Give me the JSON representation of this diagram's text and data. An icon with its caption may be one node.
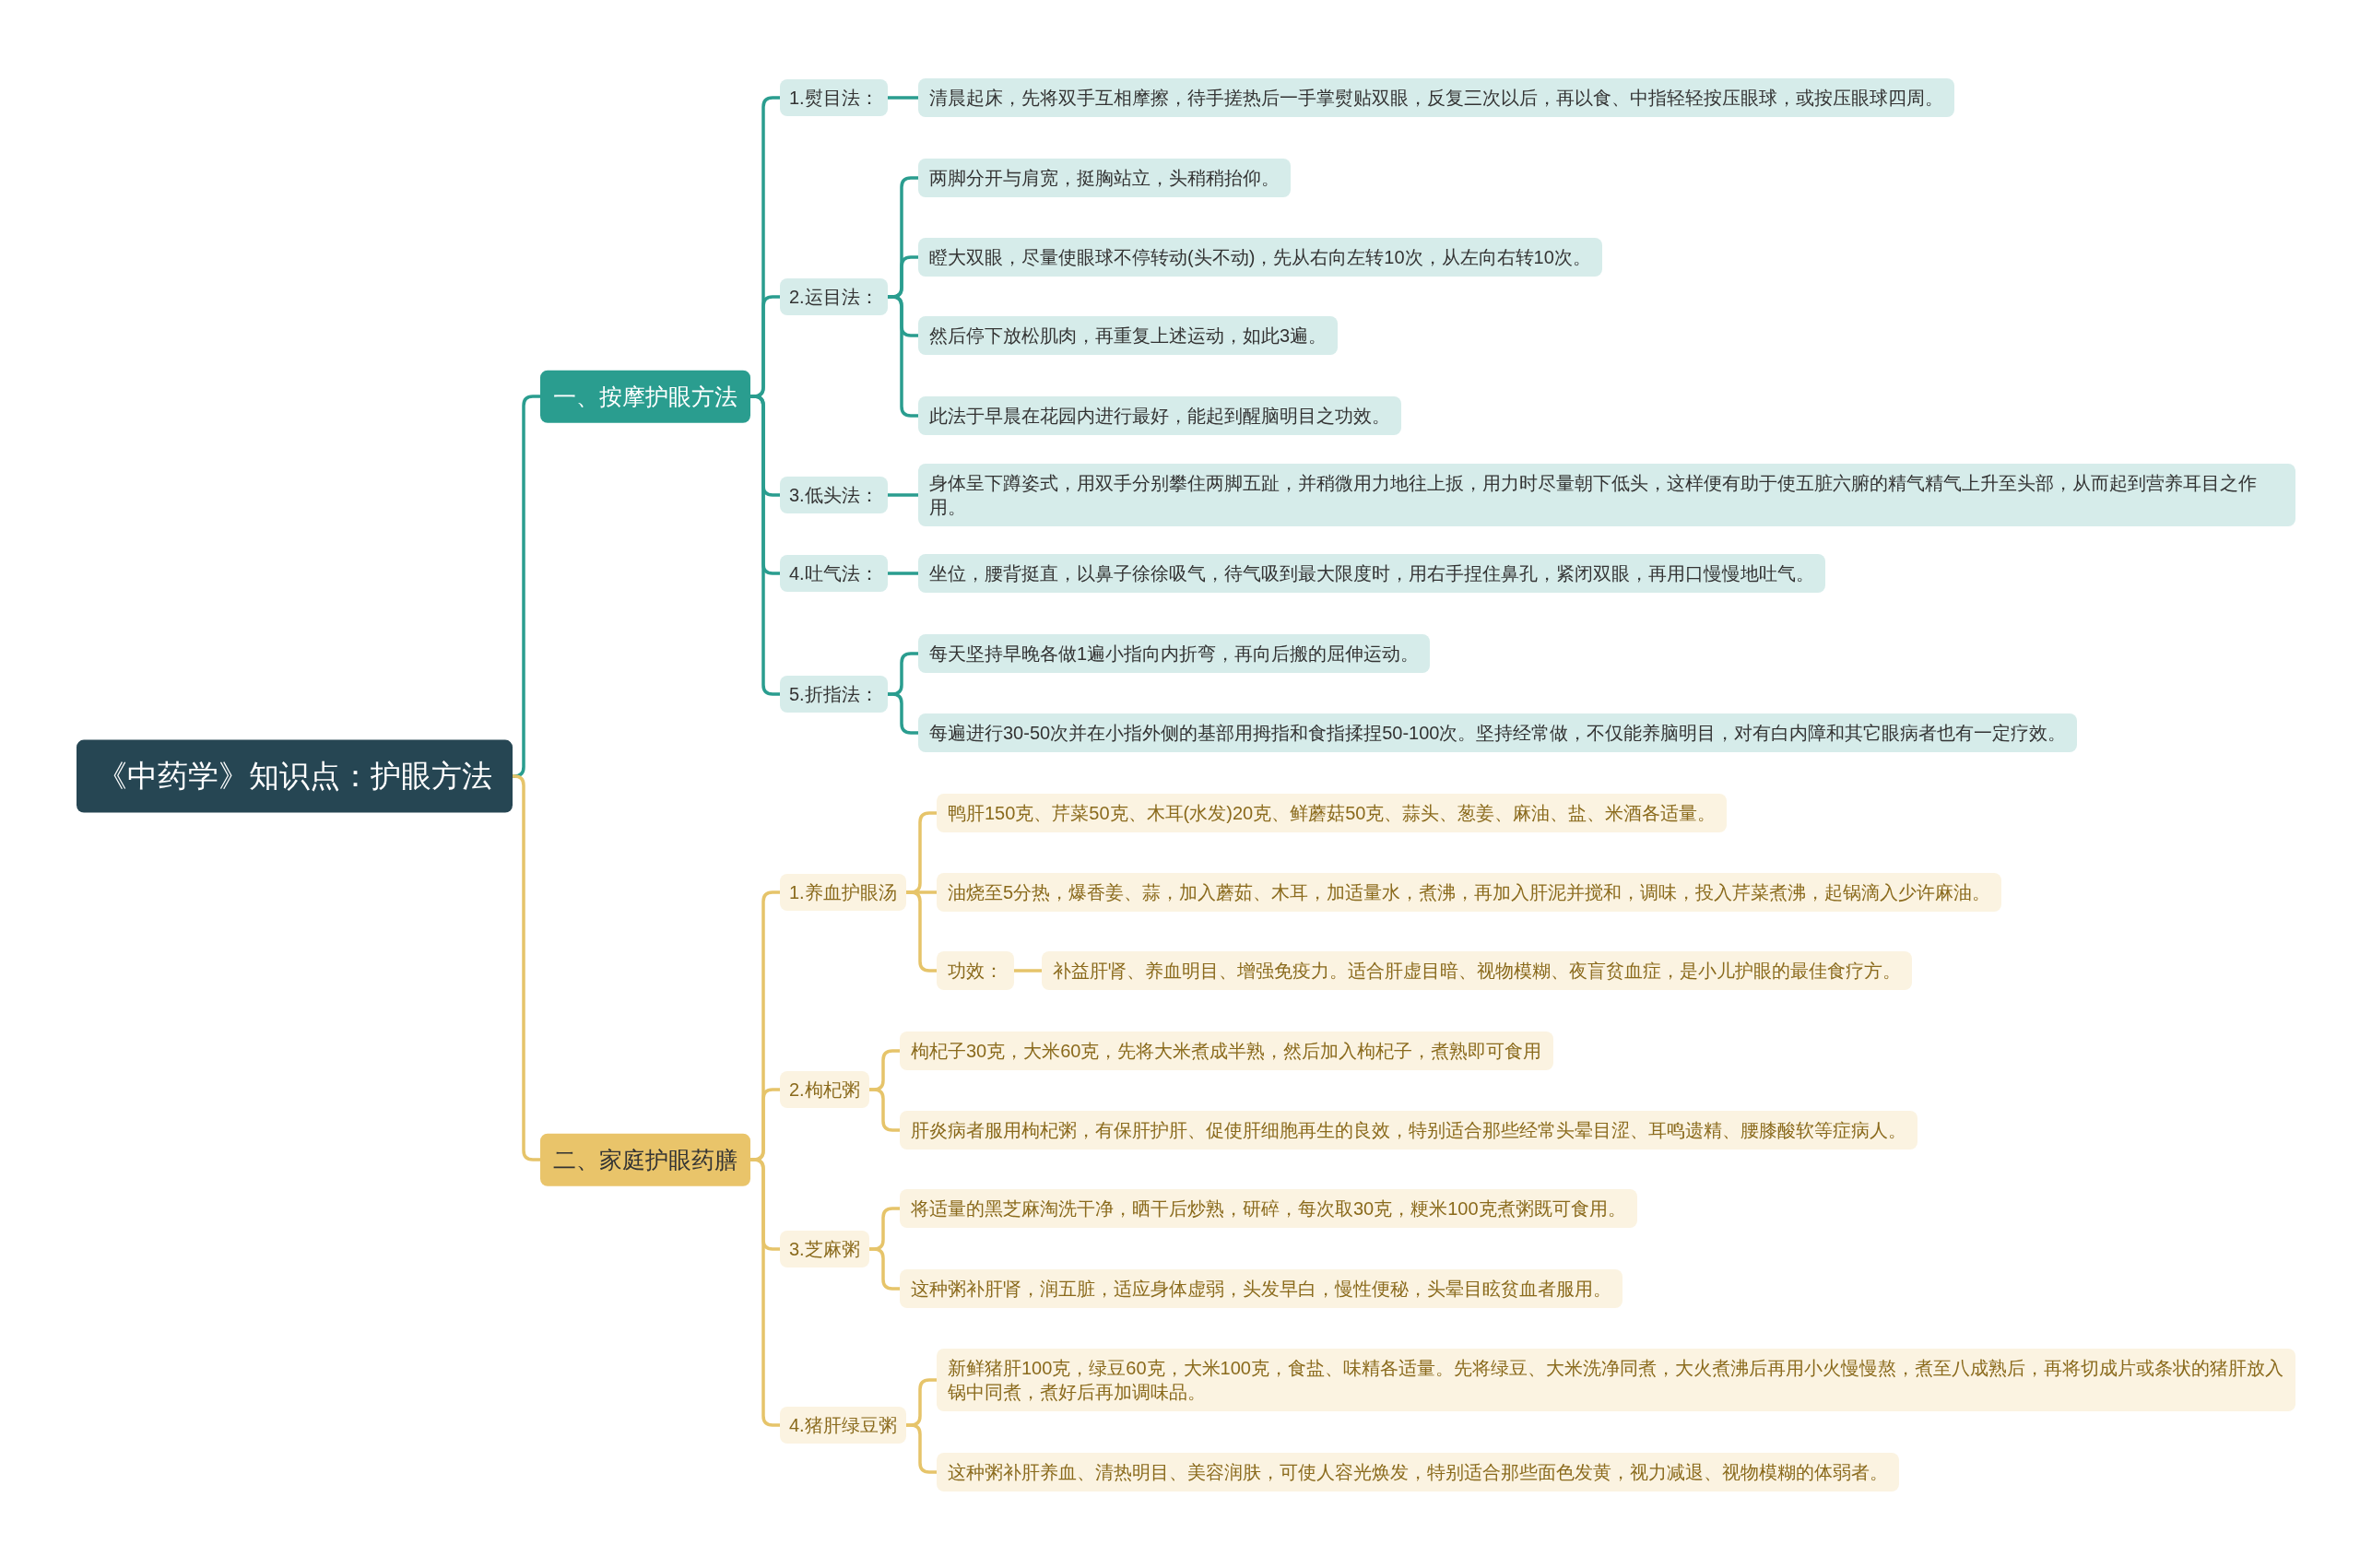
{
  "diagram": {
    "nodes": [
      {
        "text": [
          "《中药学》知识点：护眼方法"
        ]
      },
      {
        "text": [
          "一、按摩护眼方法"
        ]
      },
      {
        "text": [
          "1.熨目法："
        ]
      },
      {
        "text": [
          "清晨起床，先将双手互相摩擦，待手搓热后一手掌熨贴双眼，反复三次以后，再以食、中指轻轻按压眼球，或按压眼球四周。"
        ]
      },
      {
        "text": [
          "2.运目法："
        ]
      },
      {
        "text": [
          "两脚分开与肩宽，挺胸站立，头稍稍抬仰。"
        ]
      },
      {
        "text": [
          "瞪大双眼，尽量使眼球不停转动(头不动)，先从右向左转10次，从左向右转10次。"
        ]
      },
      {
        "text": [
          "然后停下放松肌肉，再重复上述运动，如此3遍。"
        ]
      },
      {
        "text": [
          "此法于早晨在花园内进行最好，能起到醒脑明目之功效。"
        ]
      },
      {
        "text": [
          "3.低头法："
        ]
      },
      {
        "text": [
          "身体呈下蹲姿式，用双手分别攀住两脚五趾，并稍微用力地往上扳，用力时尽量朝下低头，这样便有助于使五脏六腑的精气精气上升至头部，从而起到营养耳目之作用。"
        ]
      },
      {
        "text": [
          "4.吐气法："
        ]
      },
      {
        "text": [
          "坐位，腰背挺直，以鼻子徐徐吸气，待气吸到最大限度时，用右手捏住鼻孔，紧闭双眼，再用口慢慢地吐气。"
        ]
      },
      {
        "text": [
          "5.折指法："
        ]
      },
      {
        "text": [
          "每天坚持早晚各做1遍小指向内折弯，再向后搬的屈伸运动。"
        ]
      },
      {
        "text": [
          "每遍进行30-50次并在小指外侧的基部用拇指和食指揉捏50-100次。坚持经常做，不仅能养脑明目，对有白内障和其它眼病者也有一定疗效。"
        ]
      },
      {
        "text": [
          "二、家庭护眼药膳"
        ]
      },
      {
        "text": [
          "1.养血护眼汤"
        ]
      },
      {
        "text": [
          "鸭肝150克、芹菜50克、木耳(水发)20克、鲜蘑菇50克、蒜头、葱姜、麻油、盐、米酒各适量。"
        ]
      },
      {
        "text": [
          "油烧至5分热，爆香姜、蒜，加入蘑茹、木耳，加适量水，煮沸，再加入肝泥并搅和，调味，投入芹菜煮沸，起锅滴入少许麻油。"
        ]
      },
      {
        "text": [
          "功效："
        ]
      },
      {
        "text": [
          "补益肝肾、养血明目、增强免疫力。适合肝虚目暗、视物模糊、夜盲贫血症，是小儿护眼的最佳食疗方。"
        ]
      },
      {
        "text": [
          "2.枸杞粥"
        ]
      },
      {
        "text": [
          "枸杞子30克，大米60克，先将大米煮成半熟，然后加入枸杞子，煮熟即可食用"
        ]
      },
      {
        "text": [
          "肝炎病者服用枸杞粥，有保肝护肝、促使肝细胞再生的良效，特别适合那些经常头晕目涩、耳鸣遗精、腰膝酸软等症病人。"
        ]
      },
      {
        "text": [
          "3.芝麻粥"
        ]
      },
      {
        "text": [
          "将适量的黑芝麻淘洗干净，晒干后炒熟，研碎，每次取30克，粳米100克煮粥既可食用。"
        ]
      },
      {
        "text": [
          "这种粥补肝肾，润五脏，适应身体虚弱，头发早白，慢性便秘，头晕目眩贫血者服用。"
        ]
      },
      {
        "text": [
          "4.猪肝绿豆粥"
        ]
      },
      {
        "text": [
          "新鲜猪肝100克，绿豆60克，大米100克，食盐、味精各适量。先将绿豆、大米洗净同煮，大火煮沸后再用小火慢慢熬，煮至八成熟后，再将切成片或条状的猪肝放入锅中同煮，煮好后再加调味品。"
        ]
      },
      {
        "text": [
          "这种粥补肝养血、清热明目、美容润肤，可使人容光焕发，特别适合那些面色发黄，视力减退、视物模糊的体弱者。"
        ]
      }
    ],
    "edges": [
      {
        "from": 0,
        "to": 1,
        "arrow": "none"
      },
      {
        "from": 1,
        "to": 2,
        "arrow": "none"
      },
      {
        "from": 2,
        "to": 3,
        "arrow": "none"
      },
      {
        "from": 1,
        "to": 4,
        "arrow": "none"
      },
      {
        "from": 4,
        "to": 5,
        "arrow": "none"
      },
      {
        "from": 4,
        "to": 6,
        "arrow": "none"
      },
      {
        "from": 4,
        "to": 7,
        "arrow": "none"
      },
      {
        "from": 4,
        "to": 8,
        "arrow": "none"
      },
      {
        "from": 1,
        "to": 9,
        "arrow": "none"
      },
      {
        "from": 9,
        "to": 10,
        "arrow": "none"
      },
      {
        "from": 1,
        "to": 11,
        "arrow": "none"
      },
      {
        "from": 11,
        "to": 12,
        "arrow": "none"
      },
      {
        "from": 1,
        "to": 13,
        "arrow": "none"
      },
      {
        "from": 13,
        "to": 14,
        "arrow": "none"
      },
      {
        "from": 13,
        "to": 15,
        "arrow": "none"
      },
      {
        "from": 0,
        "to": 16,
        "arrow": "none",
        "color": "#e6c46a"
      },
      {
        "from": 16,
        "to": 17,
        "arrow": "none",
        "color": "#e6c46a"
      },
      {
        "from": 17,
        "to": 18,
        "arrow": "none",
        "color": "#e6c46a"
      },
      {
        "from": 17,
        "to": 19,
        "arrow": "none",
        "color": "#e6c46a"
      },
      {
        "from": 17,
        "to": 20,
        "arrow": "none",
        "color": "#e6c46a"
      },
      {
        "from": 20,
        "to": 21,
        "arrow": "none",
        "color": "#e6c46a"
      },
      {
        "from": 16,
        "to": 22,
        "arrow": "none",
        "color": "#e6c46a"
      },
      {
        "from": 22,
        "to": 23,
        "arrow": "none",
        "color": "#e6c46a"
      },
      {
        "from": 22,
        "to": 24,
        "arrow": "none",
        "color": "#e6c46a"
      },
      {
        "from": 16,
        "to": 25,
        "arrow": "none",
        "color": "#e6c46a"
      },
      {
        "from": 25,
        "to": 26,
        "arrow": "none",
        "color": "#e6c46a"
      },
      {
        "from": 25,
        "to": 27,
        "arrow": "none",
        "color": "#e6c46a"
      },
      {
        "from": 16,
        "to": 28,
        "arrow": "none",
        "color": "#e6c46a"
      },
      {
        "from": 28,
        "to": 29,
        "arrow": "none",
        "color": "#e6c46a"
      },
      {
        "from": 28,
        "to": 30,
        "arrow": "none",
        "color": "#e6c46a"
      }
    ]
  }
}
